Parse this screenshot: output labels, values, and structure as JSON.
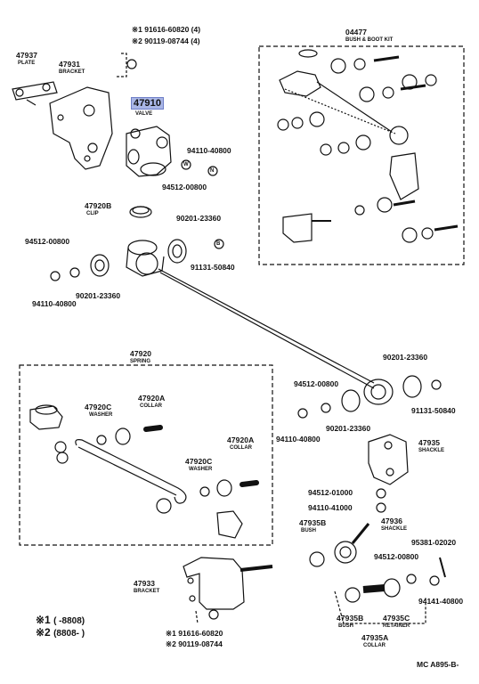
{
  "header_notes": {
    "line1": "※1 91616-60820 (4)",
    "line2": "※2 90119-08744 (4)"
  },
  "bottom_notes": {
    "line1": "※1 91616-60820",
    "line2": "※2 90119-08744"
  },
  "legend": {
    "row1_mark": "※1",
    "row1_text": "(      -8808)",
    "row2_mark": "※2",
    "row2_text": "(8808-        )"
  },
  "footer_code": "MC A895-B-",
  "parts": {
    "p47937": {
      "num": "47937",
      "name": "PLATE"
    },
    "p47931": {
      "num": "47931",
      "name": "BRACKET"
    },
    "p47910": {
      "num": "47910",
      "name": "VALVE"
    },
    "p04477": {
      "num": "04477",
      "name": "BUSH & BOOT KIT"
    },
    "p47920B": {
      "num": "47920B",
      "name": "CLIP"
    },
    "p47920": {
      "num": "47920",
      "name": "SPRING"
    },
    "p47920C_a": {
      "num": "47920C",
      "name": "WASHER"
    },
    "p47920A_a": {
      "num": "47920A",
      "name": "COLLAR"
    },
    "p47920C_b": {
      "num": "47920C",
      "name": "WASHER"
    },
    "p47920A_b": {
      "num": "47920A",
      "name": "COLLAR"
    },
    "p47933": {
      "num": "47933",
      "name": "BRACKET"
    },
    "p47935": {
      "num": "47935",
      "name": "SHACKLE"
    },
    "p47935B_a": {
      "num": "47935B",
      "name": "BUSH"
    },
    "p47936": {
      "num": "47936",
      "name": "SHACKLE"
    },
    "p47935B_b": {
      "num": "47935B",
      "name": "BUSH"
    },
    "p47935C": {
      "num": "47935C",
      "name": "RETAINER"
    },
    "p47935A": {
      "num": "47935A",
      "name": "COLLAR"
    }
  },
  "numbers": {
    "n94110_40800_a": "94110-40800",
    "n94512_00800_a": "94512-00800",
    "n90201_23360_a": "90201-23360",
    "n91131_50840_a": "91131-50840",
    "n94512_00800_b": "94512-00800",
    "n94110_40800_b": "94110-40800",
    "n90201_23360_b": "90201-23360",
    "n90201_23360_c": "90201-23360",
    "n94512_00800_c": "94512-00800",
    "n91131_50840_b": "91131-50840",
    "n94110_40800_c": "94110-40800",
    "n90201_23360_d": "90201-23360",
    "n94512_01000": "94512-01000",
    "n94110_41000": "94110-41000",
    "n95381_02020": "95381-02020",
    "n94512_00800_d": "94512-00800",
    "n94141_40800": "94141-40800"
  },
  "markers": {
    "W": "W",
    "N": "N",
    "B": "B"
  }
}
